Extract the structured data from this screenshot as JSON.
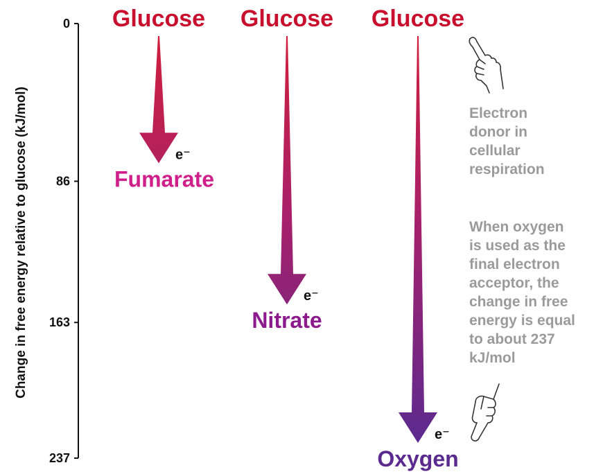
{
  "axis": {
    "title": "Change in free energy relative to glucose (kJ/mol)",
    "ticks": [
      {
        "value": 0,
        "label": "0"
      },
      {
        "value": 86,
        "label": "86"
      },
      {
        "value": 163,
        "label": "163"
      },
      {
        "value": 237,
        "label": "237"
      }
    ]
  },
  "reactions": [
    {
      "donor": "Glucose",
      "acceptor": "Fumarate",
      "electron": "e⁻",
      "energy": 86,
      "acceptor_color": "#cf1f8a"
    },
    {
      "donor": "Glucose",
      "acceptor": "Nitrate",
      "electron": "e⁻",
      "energy": 163,
      "acceptor_color": "#8c1a8c"
    },
    {
      "donor": "Glucose",
      "acceptor": "Oxygen",
      "electron": "e⁻",
      "energy": 237,
      "acceptor_color": "#5b2a8f"
    }
  ],
  "notes": {
    "donor_note": [
      "Electron",
      "donor in",
      "cellular",
      "respiration"
    ],
    "oxygen_note": [
      "When oxygen",
      "is used as the",
      "final electron",
      "acceptor, the",
      "change in free",
      "energy is equal",
      "to about 237",
      "kJ/mol"
    ]
  },
  "colors": {
    "arrow_top": "#d11f3a",
    "arrow_bottom": "#5b2a8f",
    "donor_text": "#c8102e",
    "note_text": "#9a9a9a"
  },
  "icons": [
    "pointing-hand-up-icon",
    "pointing-hand-down-icon"
  ]
}
